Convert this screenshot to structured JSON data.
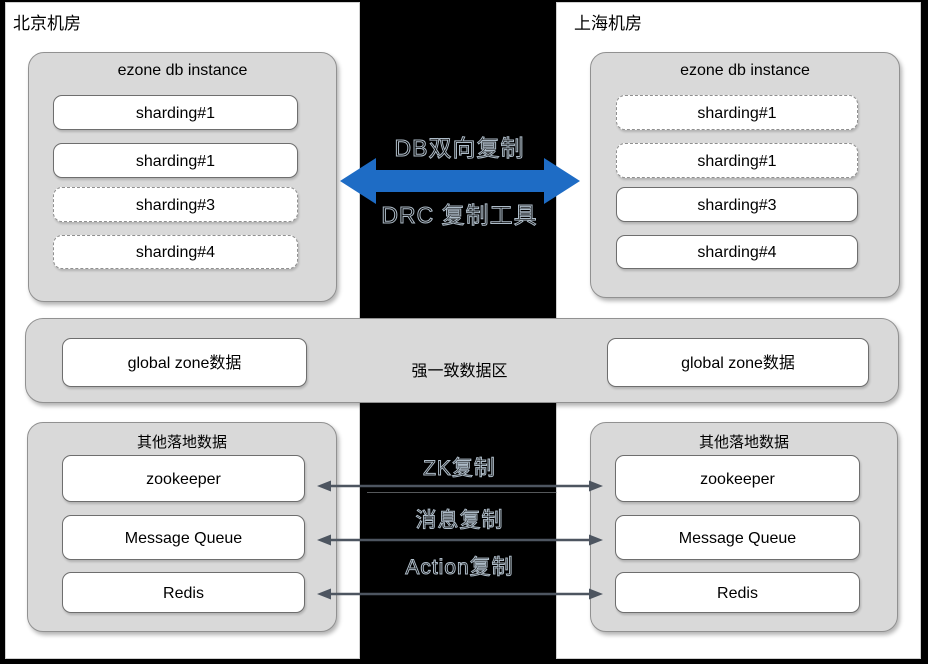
{
  "beijing": {
    "title": "北京机房",
    "ezone": {
      "title": "ezone db instance",
      "shards": [
        {
          "label": "sharding#1",
          "dashed": false
        },
        {
          "label": "sharding#1",
          "dashed": false
        },
        {
          "label": "sharding#3",
          "dashed": true
        },
        {
          "label": "sharding#4",
          "dashed": true
        }
      ]
    },
    "global_zone_label": "global zone数据",
    "landing": {
      "title": "其他落地数据",
      "items": [
        {
          "label": "zookeeper"
        },
        {
          "label": "Message Queue"
        },
        {
          "label": "Redis"
        }
      ]
    }
  },
  "shanghai": {
    "title": "上海机房",
    "ezone": {
      "title": "ezone db instance",
      "shards": [
        {
          "label": "sharding#1",
          "dashed": true
        },
        {
          "label": "sharding#1",
          "dashed": true
        },
        {
          "label": "sharding#3",
          "dashed": false
        },
        {
          "label": "sharding#4",
          "dashed": false
        }
      ]
    },
    "global_zone_label": "global zone数据",
    "landing": {
      "title": "其他落地数据",
      "items": [
        {
          "label": "zookeeper"
        },
        {
          "label": "Message Queue"
        },
        {
          "label": "Redis"
        }
      ]
    }
  },
  "center": {
    "db_replication_label": "DB双向复制",
    "drc_tool_label": "DRC 复制工具",
    "strong_zone_label": "强一致数据区",
    "links": [
      {
        "label": "ZK复制"
      },
      {
        "label": "消息复制"
      },
      {
        "label": "Action复制"
      }
    ]
  },
  "colors": {
    "canvas_bg": "#000000",
    "panel_bg": "#ffffff",
    "group_bg": "#d9d9d9",
    "db_arrow_blue": "#1e6cc5",
    "link_arrow_gray": "#4d5560",
    "hollow_text_stroke": "#aebcc8"
  }
}
